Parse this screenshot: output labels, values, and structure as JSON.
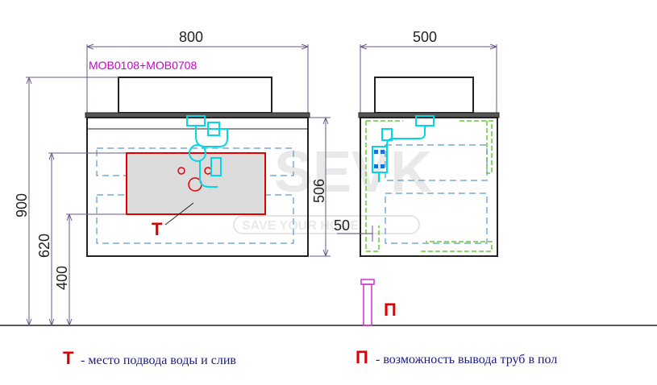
{
  "front_view": {
    "model_code": "MOB0108+MOB0708",
    "width_label": "800",
    "height_900_label": "900",
    "height_620_label": "620",
    "height_400_label": "400",
    "height_506_label": "506",
    "t_marker": "Т"
  },
  "side_view": {
    "depth_label": "500",
    "offset_50_label": "50",
    "p_marker": "П"
  },
  "watermark": {
    "brand": "SEVK",
    "tagline": "SAVE YOUR HOME"
  },
  "legend": {
    "t_symbol": "Т",
    "t_text": "- место подвода воды и слив",
    "p_symbol": "П",
    "p_text": "- возможность вывода труб в пол"
  },
  "colors": {
    "dimension_lines": "#6a5a8a",
    "marker_red": "#e00000",
    "model_code": "#cc00cc",
    "siphon_cyan": "#00d8e8",
    "legend_text": "#1a1a8c",
    "side_panel_green": "#66cc33"
  }
}
